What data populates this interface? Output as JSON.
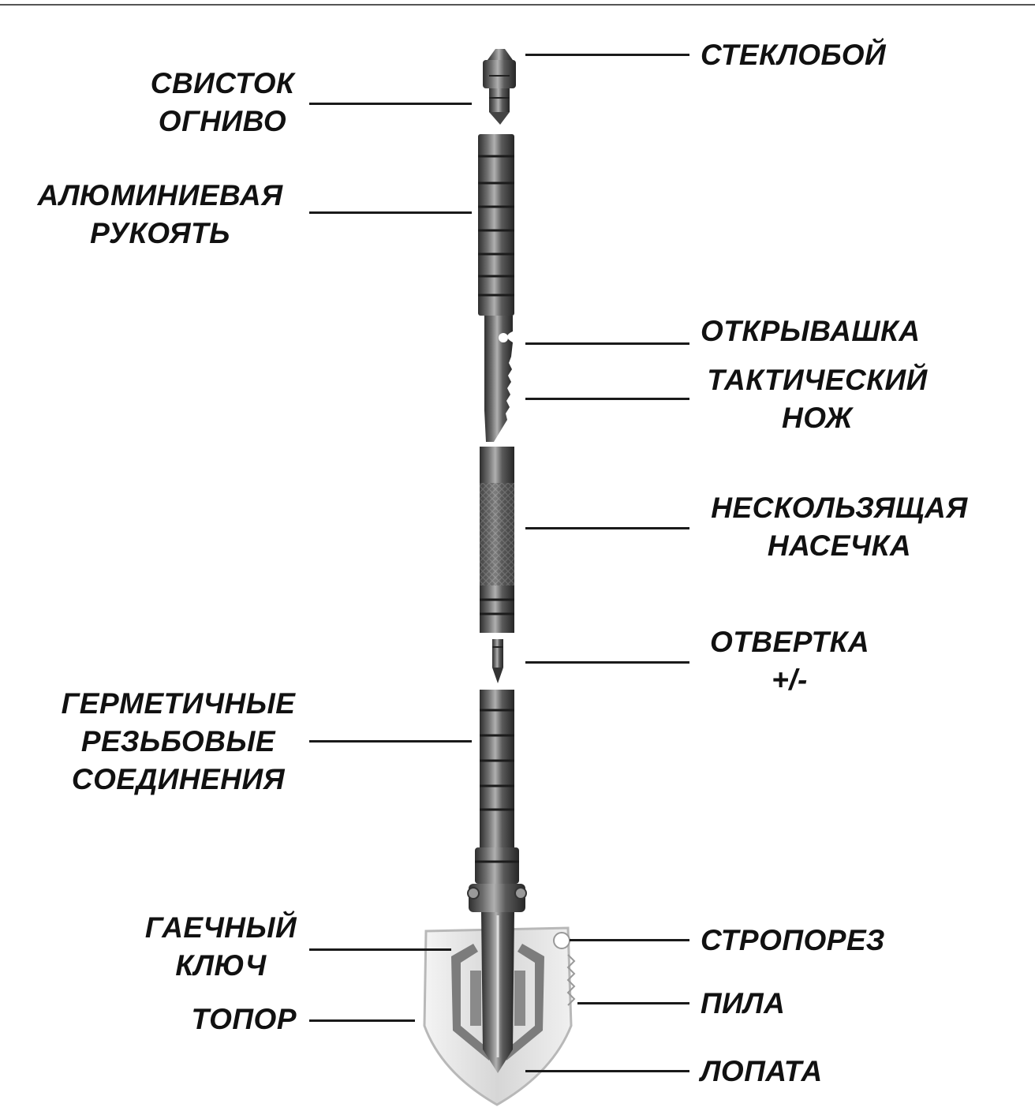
{
  "labels": {
    "steklo": [
      "СТЕКЛОБОЙ"
    ],
    "svistok": [
      "СВИСТОК",
      "ОГНИВО"
    ],
    "rukoyat": [
      "АЛЮМИНИЕВАЯ",
      "РУКОЯТЬ"
    ],
    "otkryvashka": [
      "ОТКРЫВАШКА"
    ],
    "nozh": [
      "ТАКТИЧЕСКИЙ",
      "НОЖ"
    ],
    "nasechka": [
      "НЕСКОЛЬЗЯЩАЯ",
      "НАСЕЧКА"
    ],
    "otvertka": [
      "ОТВЕРТКА",
      "+/-"
    ],
    "germetichnye": [
      "ГЕРМЕТИЧНЫЕ",
      "РЕЗЬБОВЫЕ",
      "СОЕДИНЕНИЯ"
    ],
    "klyuch": [
      "ГАЕЧНЫЙ",
      "КЛЮЧ"
    ],
    "stroporez": [
      "СТРОПОРЕЗ"
    ],
    "topor": [
      "ТОПОР"
    ],
    "pila": [
      "ПИЛА"
    ],
    "lopata": [
      "ЛОПАТА"
    ]
  },
  "colors": {
    "metal_dark": "#3c3c3c",
    "metal_mid": "#7a7a7a",
    "metal_light": "#d4d4d4",
    "text": "#111111"
  }
}
